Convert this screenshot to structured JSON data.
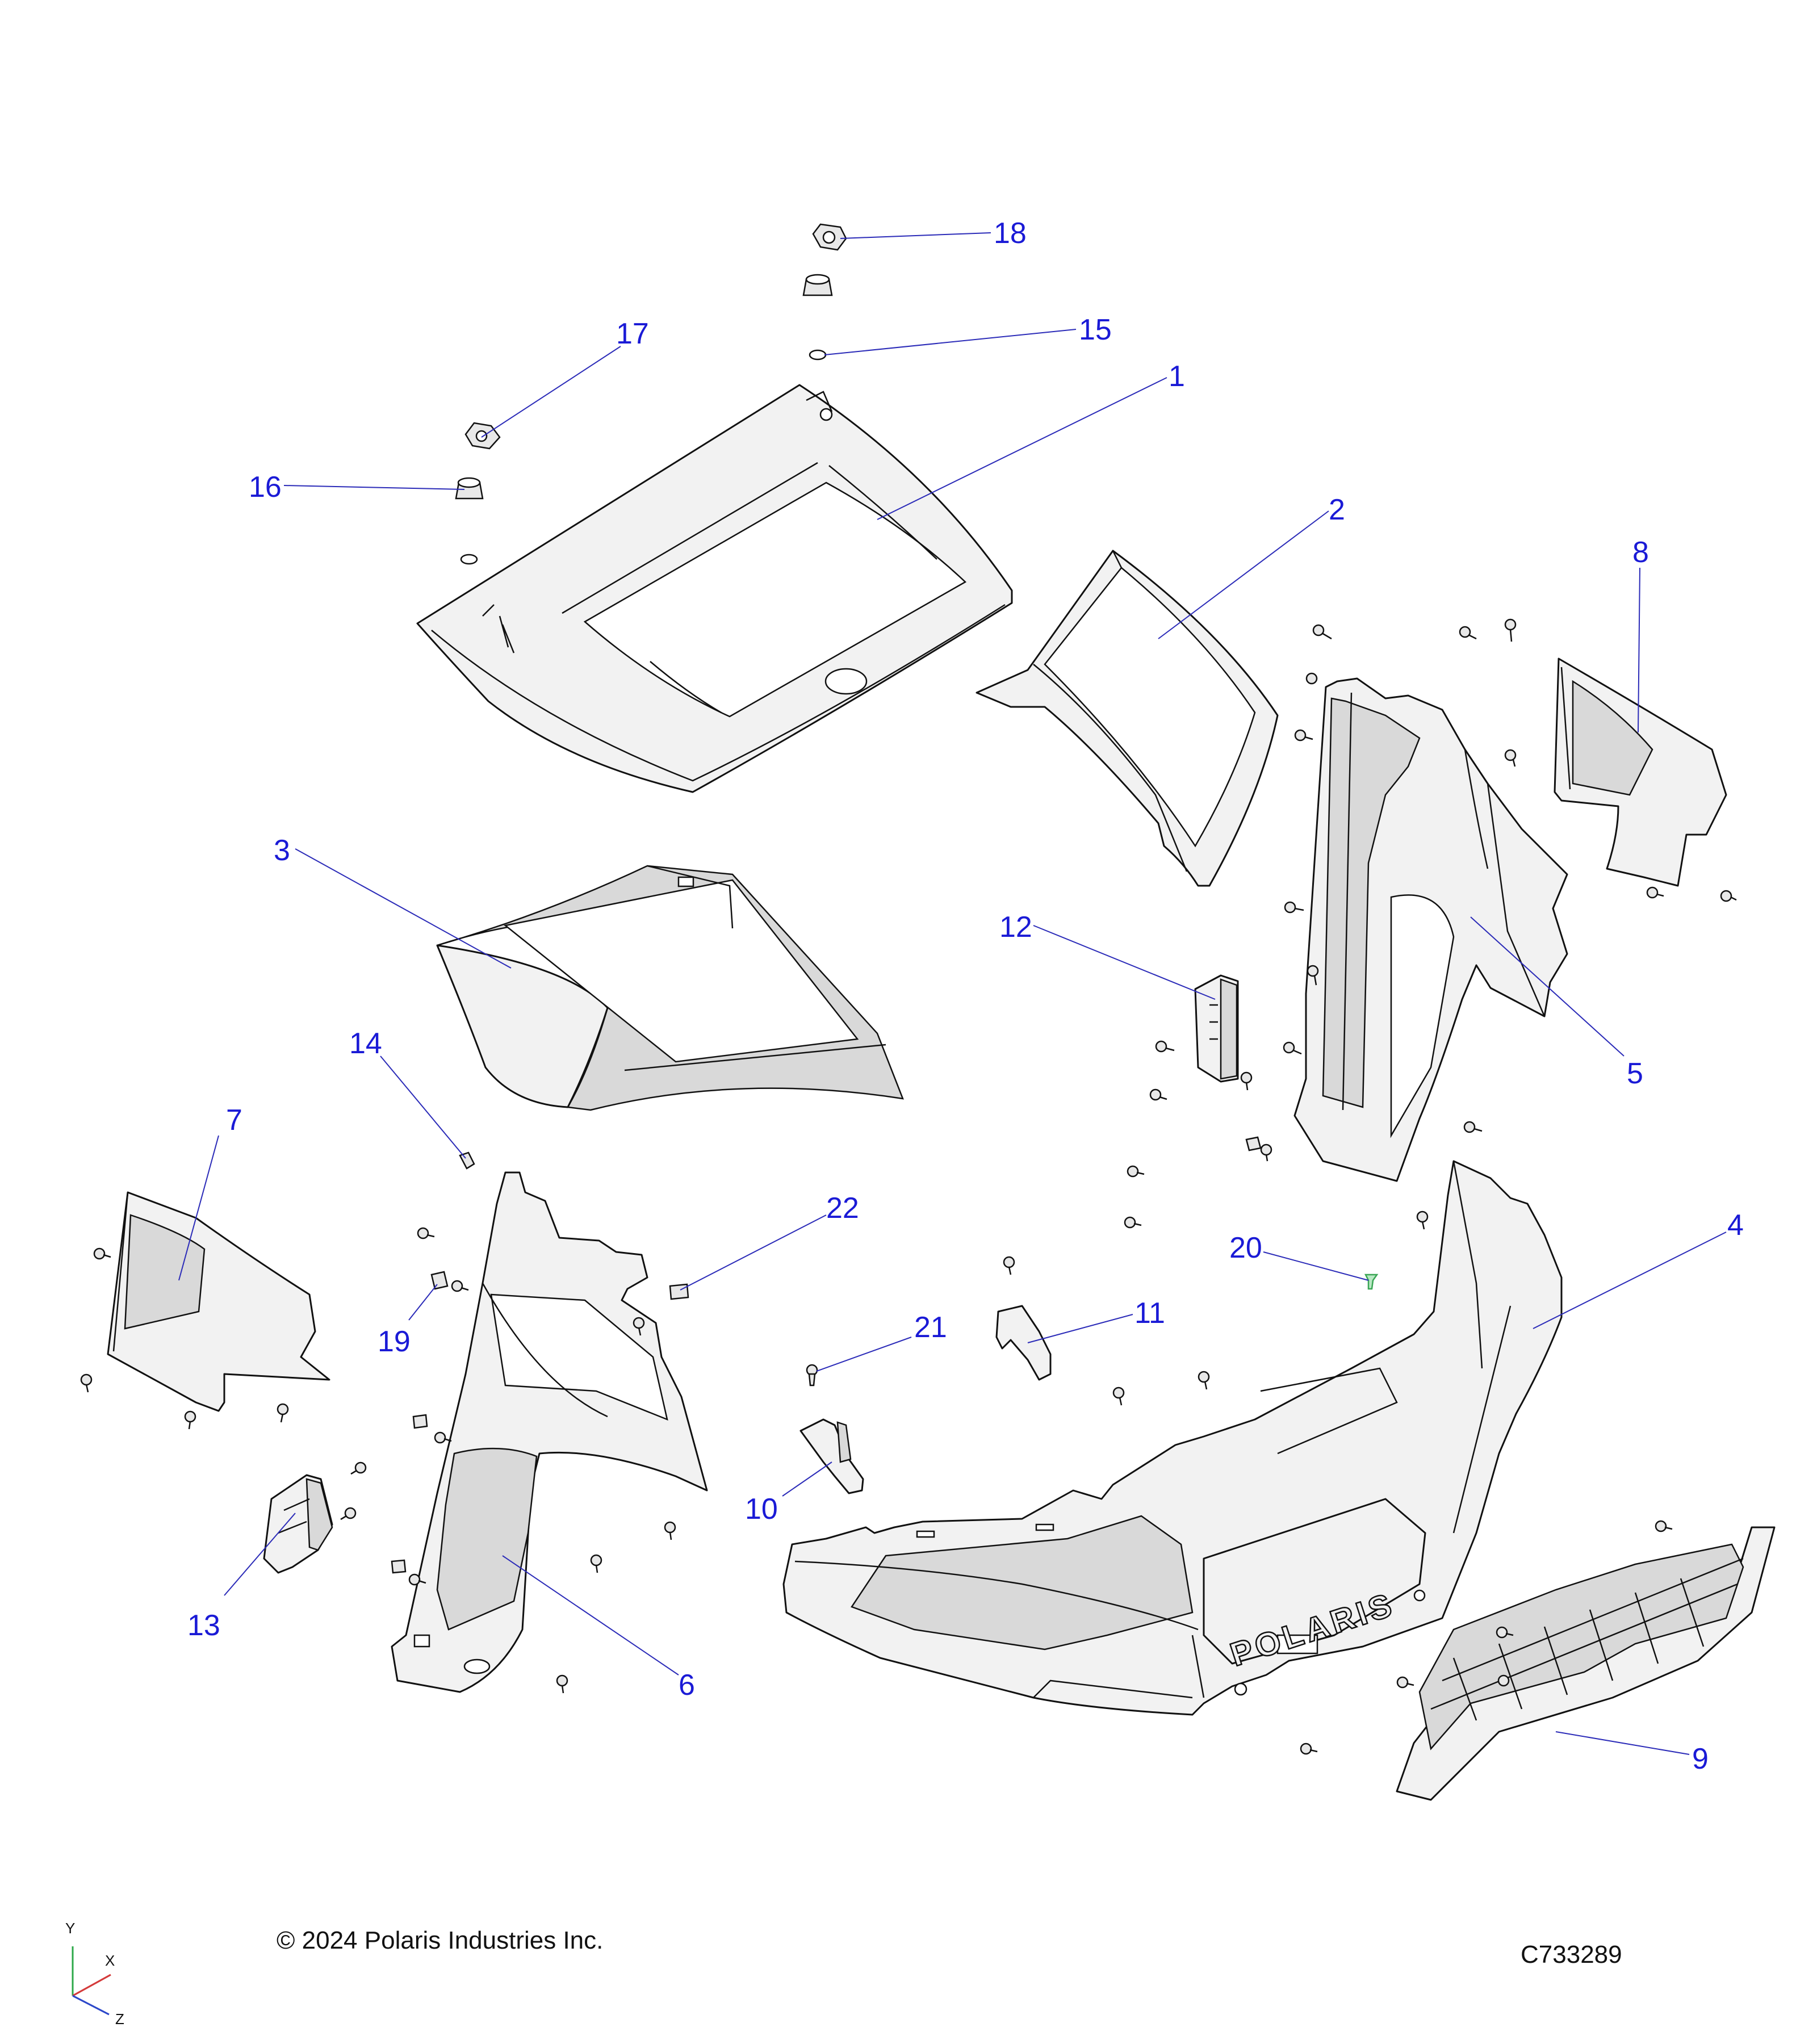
{
  "callouts": [
    {
      "number": "1"
    },
    {
      "number": "2"
    },
    {
      "number": "3"
    },
    {
      "number": "4"
    },
    {
      "number": "5"
    },
    {
      "number": "6"
    },
    {
      "number": "7"
    },
    {
      "number": "8"
    },
    {
      "number": "9"
    },
    {
      "number": "10"
    },
    {
      "number": "11"
    },
    {
      "number": "12"
    },
    {
      "number": "13"
    },
    {
      "number": "14"
    },
    {
      "number": "15"
    },
    {
      "number": "16"
    },
    {
      "number": "17"
    },
    {
      "number": "18"
    },
    {
      "number": "19"
    },
    {
      "number": "20"
    },
    {
      "number": "21"
    },
    {
      "number": "22"
    }
  ],
  "bumper_logo": "POLARIS",
  "footer": {
    "copyright": "© 2024 Polaris Industries Inc.",
    "drawing_code": "C733289"
  },
  "axis_triad": {
    "x": "X",
    "y": "Y",
    "z": "Z"
  },
  "colors": {
    "callout": "#1a1ad6",
    "leader": "#2b2bb8",
    "highlight_fastener": "#3aa655"
  }
}
